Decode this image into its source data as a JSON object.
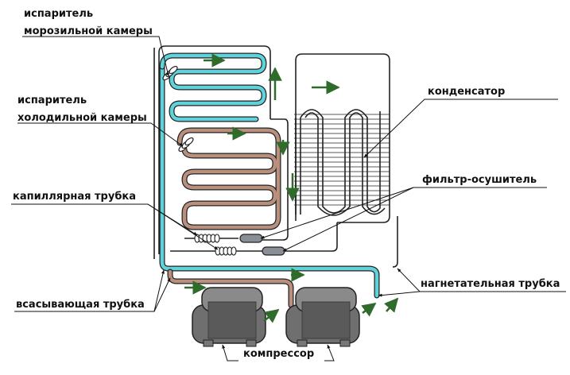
{
  "labels": {
    "freezer_evaporator_l1": "испаритель",
    "freezer_evaporator_l2": "морозильной камеры",
    "fridge_evaporator_l1": "испаритель",
    "fridge_evaporator_l2": "холодильной камеры",
    "capillary_tube": "капиллярная трубка",
    "suction_tube": "всасывающая трубка",
    "condenser": "конденсатор",
    "filter_drier": "фильтр-осушитель",
    "discharge_tube": "нагнетательная трубка",
    "compressor": "компрессор"
  },
  "colors": {
    "freezer_pipe": "#5fd3d9",
    "fridge_pipe": "#b98f7e",
    "flow_arrow": "#2f6b2a",
    "outline": "#222222",
    "compressor_body": "#6f6f6f"
  }
}
